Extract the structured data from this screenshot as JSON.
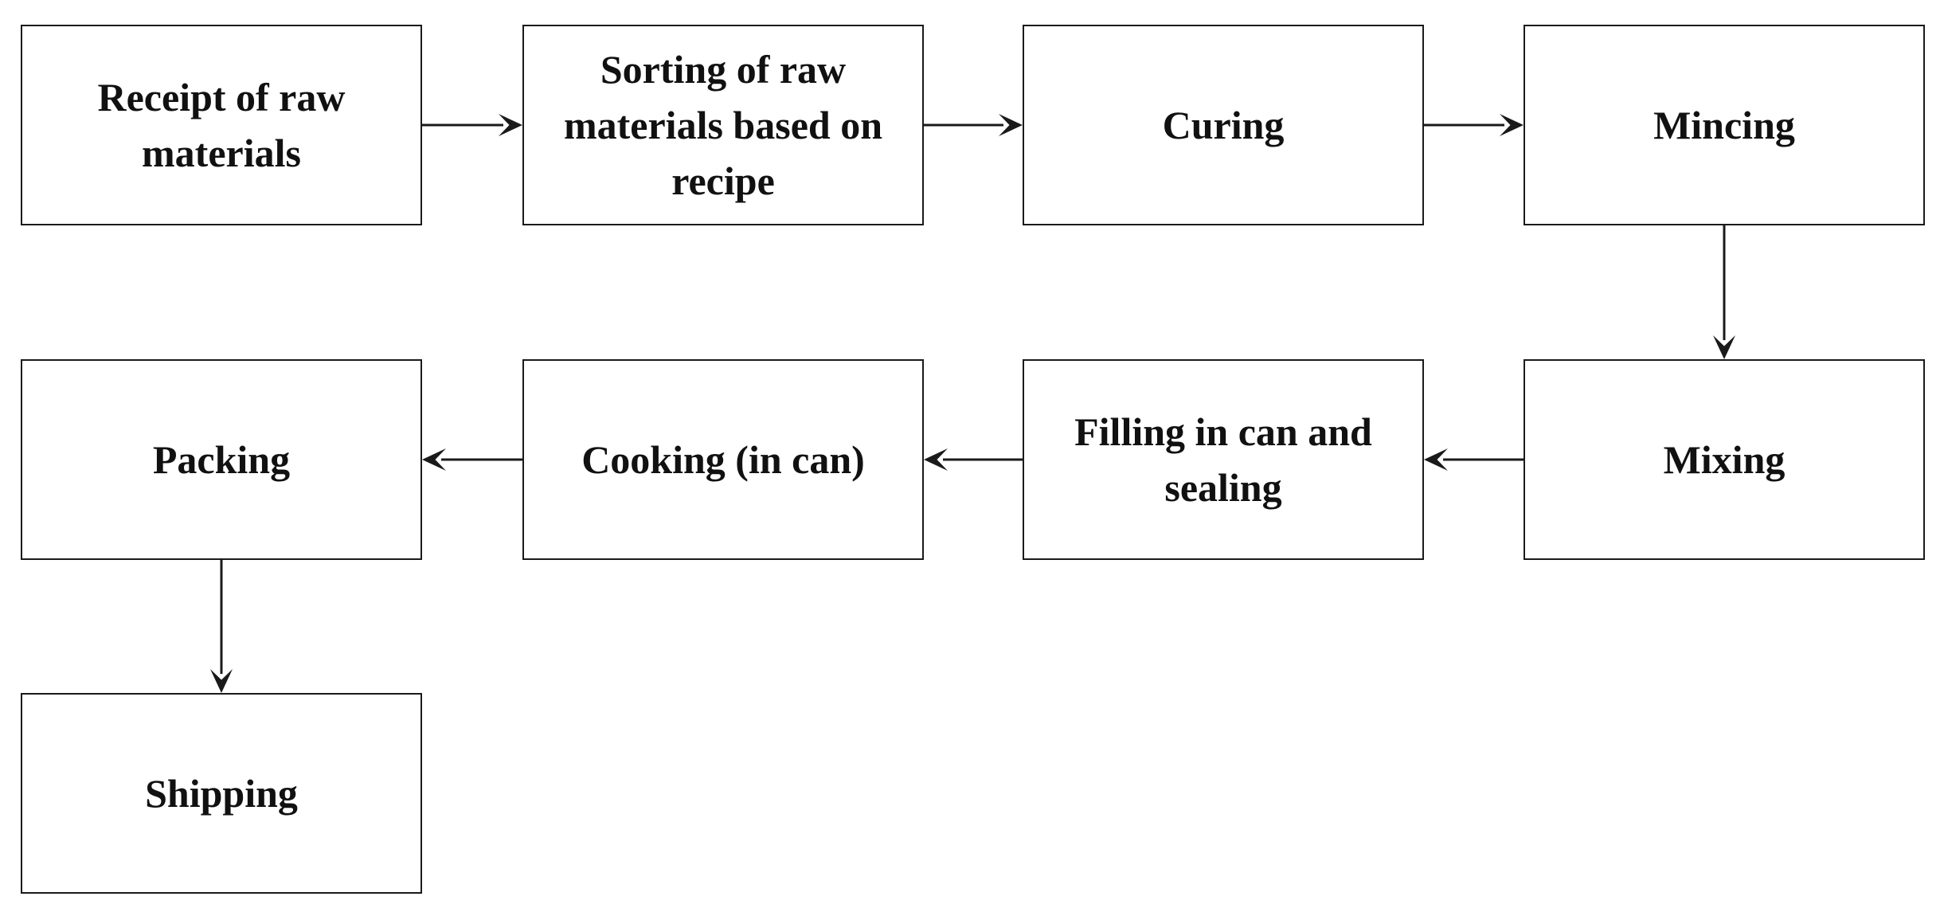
{
  "diagram": {
    "steps": [
      {
        "id": "s1",
        "label": "Receipt of raw materials"
      },
      {
        "id": "s2",
        "label": "Sorting of raw materials based on recipe"
      },
      {
        "id": "s3",
        "label": "Curing"
      },
      {
        "id": "s4",
        "label": "Mincing"
      },
      {
        "id": "s5",
        "label": "Mixing"
      },
      {
        "id": "s6",
        "label": "Filling in can and sealing"
      },
      {
        "id": "s7",
        "label": "Cooking (in can)"
      },
      {
        "id": "s8",
        "label": "Packing"
      },
      {
        "id": "s9",
        "label": "Shipping"
      }
    ],
    "edges": [
      {
        "from": "s1",
        "to": "s2"
      },
      {
        "from": "s2",
        "to": "s3"
      },
      {
        "from": "s3",
        "to": "s4"
      },
      {
        "from": "s4",
        "to": "s5"
      },
      {
        "from": "s5",
        "to": "s6"
      },
      {
        "from": "s6",
        "to": "s7"
      },
      {
        "from": "s7",
        "to": "s8"
      },
      {
        "from": "s8",
        "to": "s9"
      }
    ],
    "colors": {
      "stroke": "#1a1a1a",
      "text": "#111111",
      "background": "#ffffff"
    }
  }
}
